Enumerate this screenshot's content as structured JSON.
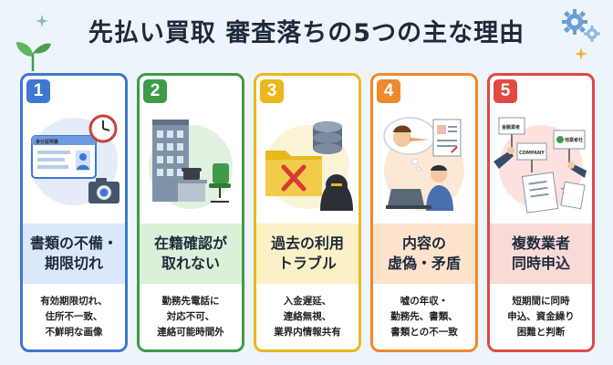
{
  "title": "先払い買取 審査落ちの5つの主な理由",
  "colors": {
    "background": "#eef4fb",
    "card1": "#3f76d1",
    "card2": "#3f9a4a",
    "card3": "#e9b81e",
    "card4": "#ee8a2c",
    "card5": "#df4a44"
  },
  "decorations": [
    "sprout-icon",
    "gear-icon",
    "sparkle-icon"
  ],
  "reasons": [
    {
      "number": "1",
      "head": [
        "書類の不備・",
        "期限切れ"
      ],
      "desc": [
        "有効期限切れ、",
        "住所不一致、",
        "不鮮明な画像"
      ],
      "illustration": {
        "id_card_label": "身分証明書",
        "icons": [
          "id-card-icon",
          "clock-icon",
          "camera-icon"
        ]
      }
    },
    {
      "number": "2",
      "head": [
        "在籍確認が",
        "取れない"
      ],
      "desc": [
        "勤務先電話に",
        "対応不可、",
        "連絡可能時間外"
      ],
      "illustration": {
        "icons": [
          "office-building-icon",
          "phone-icon",
          "chair-icon"
        ]
      }
    },
    {
      "number": "3",
      "head": [
        "過去の利用",
        "トラブル"
      ],
      "desc": [
        "入金遅延、",
        "連絡無視、",
        "業界内情報共有"
      ],
      "illustration": {
        "icons": [
          "folder-icon",
          "x-mark-icon",
          "database-icon",
          "hooded-figure-icon"
        ]
      }
    },
    {
      "number": "4",
      "head": [
        "内容の",
        "虚偽・矛盾"
      ],
      "desc": [
        "嘘の年収・",
        "勤務先、書類、",
        "書類との不一致"
      ],
      "illustration": {
        "icons": [
          "thought-bubble-icon",
          "long-nose-face-icon",
          "document-icon",
          "laptop-user-icon"
        ]
      }
    },
    {
      "number": "5",
      "head": [
        "複数業者",
        "同時申込"
      ],
      "desc": [
        "短期間に同時",
        "申込、資金繰り",
        "困難と判断"
      ],
      "illustration": {
        "sign_labels": [
          "金融業者",
          "COMPANY",
          "他業者社"
        ],
        "icons": [
          "hands-holding-signs-icon",
          "document-icon"
        ]
      }
    }
  ]
}
